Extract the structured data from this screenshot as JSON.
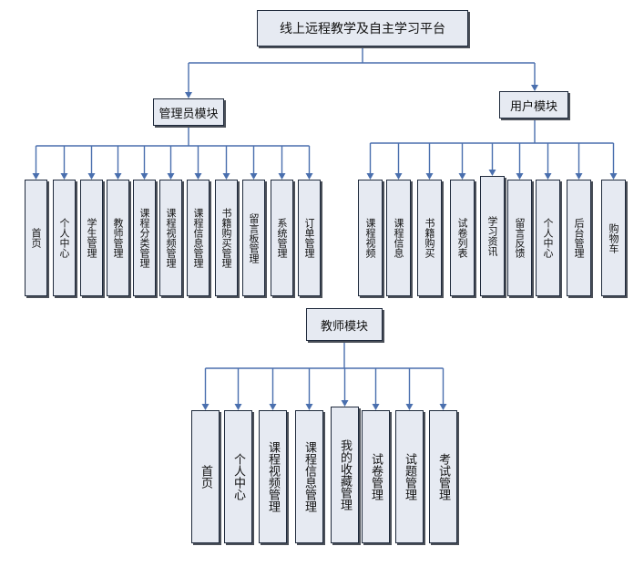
{
  "root": {
    "label": "线上远程教学及自主学习平台"
  },
  "modules": {
    "admin": {
      "label": "管理员模块",
      "items": [
        "首页",
        "个人中心",
        "学生管理",
        "教师管理",
        "课程分类管理",
        "课程视频管理",
        "课程信息管理",
        "书籍购买管理",
        "留言板管理",
        "系统管理",
        "订单管理"
      ]
    },
    "user": {
      "label": "用户模块",
      "items": [
        "课程视频",
        "课程信息",
        "书籍购买",
        "试卷列表",
        "学习资讯",
        "留言反馈",
        "个人中心",
        "后台管理",
        "购物车"
      ]
    },
    "teacher": {
      "label": "教师模块",
      "items": [
        "首页",
        "个人中心",
        "课程视频管理",
        "课程信息管理",
        "我的收藏管理",
        "试卷管理",
        "试题管理",
        "考试管理"
      ]
    }
  },
  "colors": {
    "connector": "#4a6fae",
    "box_fill": "#e6eaf2",
    "box_border": "#1f2a3c"
  }
}
